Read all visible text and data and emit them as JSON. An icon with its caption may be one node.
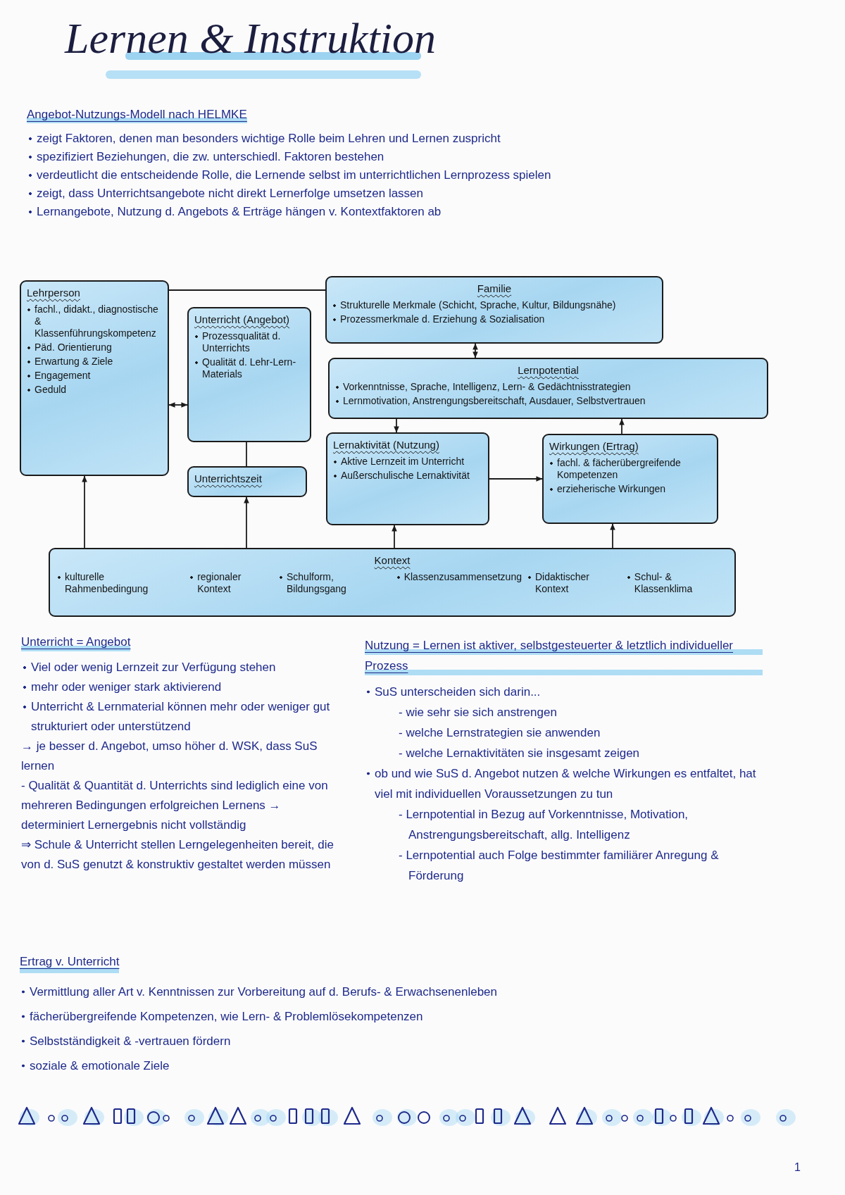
{
  "diagram": {
    "title": "Lernen & Instruktion",
    "nodes": [
      {
        "text": [
          "Lehrperson",
          "fachl., didakt., diagnostische & Klassenführungskompetenz",
          "Päd. Orientierung",
          "Erwartung & Ziele",
          "Engagement",
          "Geduld"
        ]
      },
      {
        "text": [
          "Unterricht (Angebot)",
          "Prozessqualität d. Unterrichts",
          "Qualität d. Lehr-Lern-Materials"
        ]
      },
      {
        "text": [
          "Unterrichtszeit"
        ]
      },
      {
        "text": [
          "Familie",
          "Strukturelle Merkmale (Schicht, Sprache, Kultur, Bildungsnähe)",
          "Prozessmerkmale d. Erziehung & Sozialisation"
        ]
      },
      {
        "text": [
          "Lernpotential",
          "Vorkenntnisse, Sprache, Intelligenz, Lern- & Gedächtnisstrategien",
          "Lernmotivation, Anstrengungsbereitschaft, Ausdauer, Selbstvertrauen"
        ]
      },
      {
        "text": [
          "Lernaktivität (Nutzung)",
          "Aktive Lernzeit im Unterricht",
          "Außerschulische Lernaktivität"
        ]
      },
      {
        "text": [
          "Wirkungen (Ertrag)",
          "fachl. & fächerübergreifende Kompetenzen",
          "erzieherische Wirkungen"
        ]
      },
      {
        "text": [
          "Kontext",
          "kulturelle Rahmenbedingung",
          "regionaler Kontext",
          "Schulform, Bildungsgang",
          "Klassenzusammensetzung",
          "Didaktischer Kontext",
          "Schul- & Klassenklima"
        ]
      }
    ],
    "edges": [
      {
        "from": 0,
        "to": 3,
        "arrow": "none"
      },
      {
        "from": 0,
        "to": 1,
        "arrow": "both"
      },
      {
        "from": 1,
        "to": 2,
        "arrow": "none"
      },
      {
        "from": 3,
        "to": 4,
        "arrow": "both"
      },
      {
        "from": 4,
        "to": 5,
        "arrow": "to"
      },
      {
        "from": 6,
        "to": 4,
        "arrow": "to"
      },
      {
        "from": 5,
        "to": 6,
        "arrow": "to"
      },
      {
        "from": 7,
        "to": 0,
        "arrow": "to"
      },
      {
        "from": 7,
        "to": 2,
        "arrow": "to"
      },
      {
        "from": 7,
        "to": 5,
        "arrow": "to"
      },
      {
        "from": 7,
        "to": 6,
        "arrow": "to"
      }
    ],
    "labels": [
      "Angebot-Nutzungs-Modell nach HELMKE",
      "zeigt Faktoren, denen man besonders wichtige Rolle beim Lehren und Lernen zuspricht",
      "spezifiziert Beziehungen, die zw. unterschiedl. Faktoren bestehen",
      "verdeutlicht die entscheidende Rolle, die Lernende selbst im unterrichtlichen Lernprozess spielen",
      "zeigt, dass Unterrichtsangebote nicht direkt Lernerfolge umsetzen lassen",
      "Lernangebote, Nutzung d. Angebots & Erträge hängen v. Kontextfaktoren ab",
      "Unterricht = Angebot",
      "Viel oder wenig Lernzeit zur Verfügung stehen",
      "mehr oder weniger stark aktivierend",
      "Unterricht & Lernmaterial können mehr oder weniger gut strukturiert oder unterstützend",
      "→ je besser d. Angebot, umso höher d. WSK, dass SuS lernen",
      "- Qualität & Quantität d. Unterrichts sind lediglich eine von mehreren Bedingungen erfolgreichen Lernens → determiniert Lernergebnis nicht vollständig",
      "⇒ Schule & Unterricht stellen Lerngelegenheiten bereit, die von d. SuS genutzt & konstruktiv gestaltet werden müssen",
      "Nutzung = Lernen ist aktiver, selbstgesteuerter & letztlich individueller Prozess",
      "SuS unterscheiden sich darin...",
      "- wie sehr sie sich anstrengen",
      "- welche Lernstrategien sie anwenden",
      "- welche Lernaktivitäten sie insgesamt zeigen",
      "ob und wie SuS d. Angebot nutzen & welche Wirkungen es entfaltet, hat viel mit individuellen Voraussetzungen zu tun",
      "- Lernpotential in Bezug auf Vorkenntnisse, Motivation, Anstrengungsbereitschaft, allg. Intelligenz",
      "- Lernpotential auch Folge bestimmter familiärer Anregung & Förderung",
      "Ertrag v. Unterricht",
      "Vermittlung aller Art v. Kenntnissen zur Vorbereitung auf d. Berufs- & Erwachsenenleben",
      "fächerübergreifende Kompetenzen, wie Lern- & Problemlösekompetenzen",
      "Selbstständigkeit & -vertrauen fördern",
      "soziale & emotionale Ziele",
      "1"
    ]
  }
}
